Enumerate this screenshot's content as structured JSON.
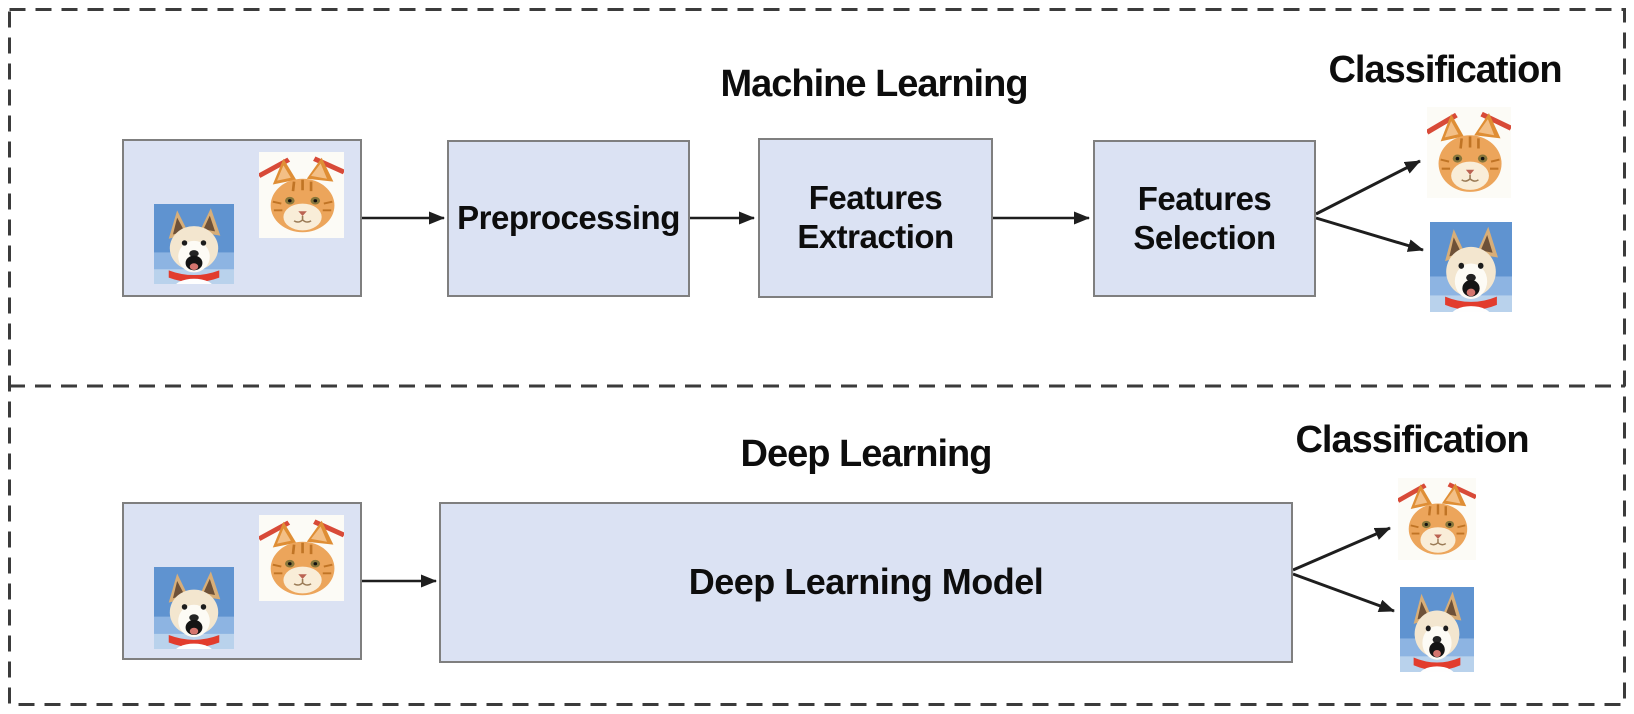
{
  "diagram": {
    "panels": [
      {
        "title": "Machine Learning",
        "classification_label": "Classification",
        "steps": [
          "Preprocessing",
          "Features Extraction",
          "Features Selection"
        ],
        "input_images": [
          "dog-photo",
          "cat-photo"
        ],
        "output_images": [
          "cat-photo",
          "dog-photo"
        ]
      },
      {
        "title": "Deep Learning",
        "classification_label": "Classification",
        "steps": [
          "Deep Learning Model"
        ],
        "input_images": [
          "dog-photo",
          "cat-photo"
        ],
        "output_images": [
          "cat-photo",
          "dog-photo"
        ]
      }
    ],
    "colors": {
      "box_fill": "#dbe2f3",
      "box_border": "#7f7f7f",
      "dashed_border": "#3b3b3b",
      "arrow": "#1e1e1e",
      "text": "#0d0d0d"
    }
  }
}
